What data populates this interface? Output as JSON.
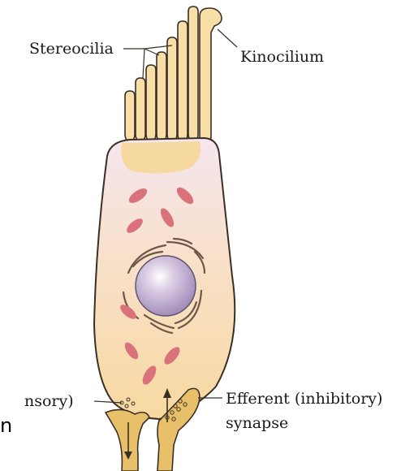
{
  "labels": {
    "stereocilia": "Stereocilia",
    "kinocilium": "Kinocilium",
    "afferent_partial": "nsory)",
    "efferent": "Efferent (inhibitory)",
    "synapse": "synapse",
    "edge_letter": "n"
  },
  "colors": {
    "cell_fill": "#f8dfa8",
    "cell_top_fill": "#f7e6ee",
    "cilia_fill": "#f8dfa8",
    "outline": "#3a2f25",
    "nucleus": "#b7a3c8",
    "organelles": "#d9727a",
    "synapse_fill": "#e9c06a"
  }
}
